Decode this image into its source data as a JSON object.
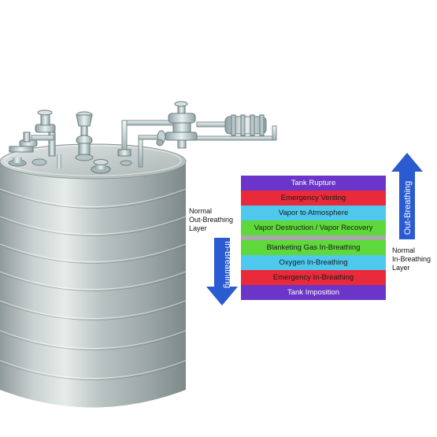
{
  "layers": [
    {
      "label": "Tank Rupture",
      "color": "#6a35c8",
      "light": true
    },
    {
      "label": "Emergency Venting",
      "color": "#e92a3a",
      "light": false
    },
    {
      "label": "Vapor to Atmosphere",
      "color": "#4ec8ec",
      "light": false
    },
    {
      "label": "Vapor Destruction / Vapor Recovery",
      "color": "#5ed83a",
      "light": false
    },
    {
      "separator": true,
      "color": "#a8a8a8"
    },
    {
      "label": "Blanketing Gas In-Breathing",
      "color": "#5ed83a",
      "light": false
    },
    {
      "label": "Oxygen In-Breathing",
      "color": "#4ec8ec",
      "light": false
    },
    {
      "label": "Emergency In-Breathing",
      "color": "#e92a3a",
      "light": false
    },
    {
      "label": "Tank Imposition",
      "color": "#6a35c8",
      "light": true
    }
  ],
  "labels": {
    "normal_out": "Normal\nOut-Breathing\nLayer",
    "normal_in": "Normal\nIn-Breathing\nLayer"
  },
  "arrows": {
    "out_breathing": "Out-Breathing",
    "in_breathing": "In-Breathing",
    "color": "#2a5bd0"
  },
  "illustration": {
    "subject": "storage-tank-with-valves"
  }
}
